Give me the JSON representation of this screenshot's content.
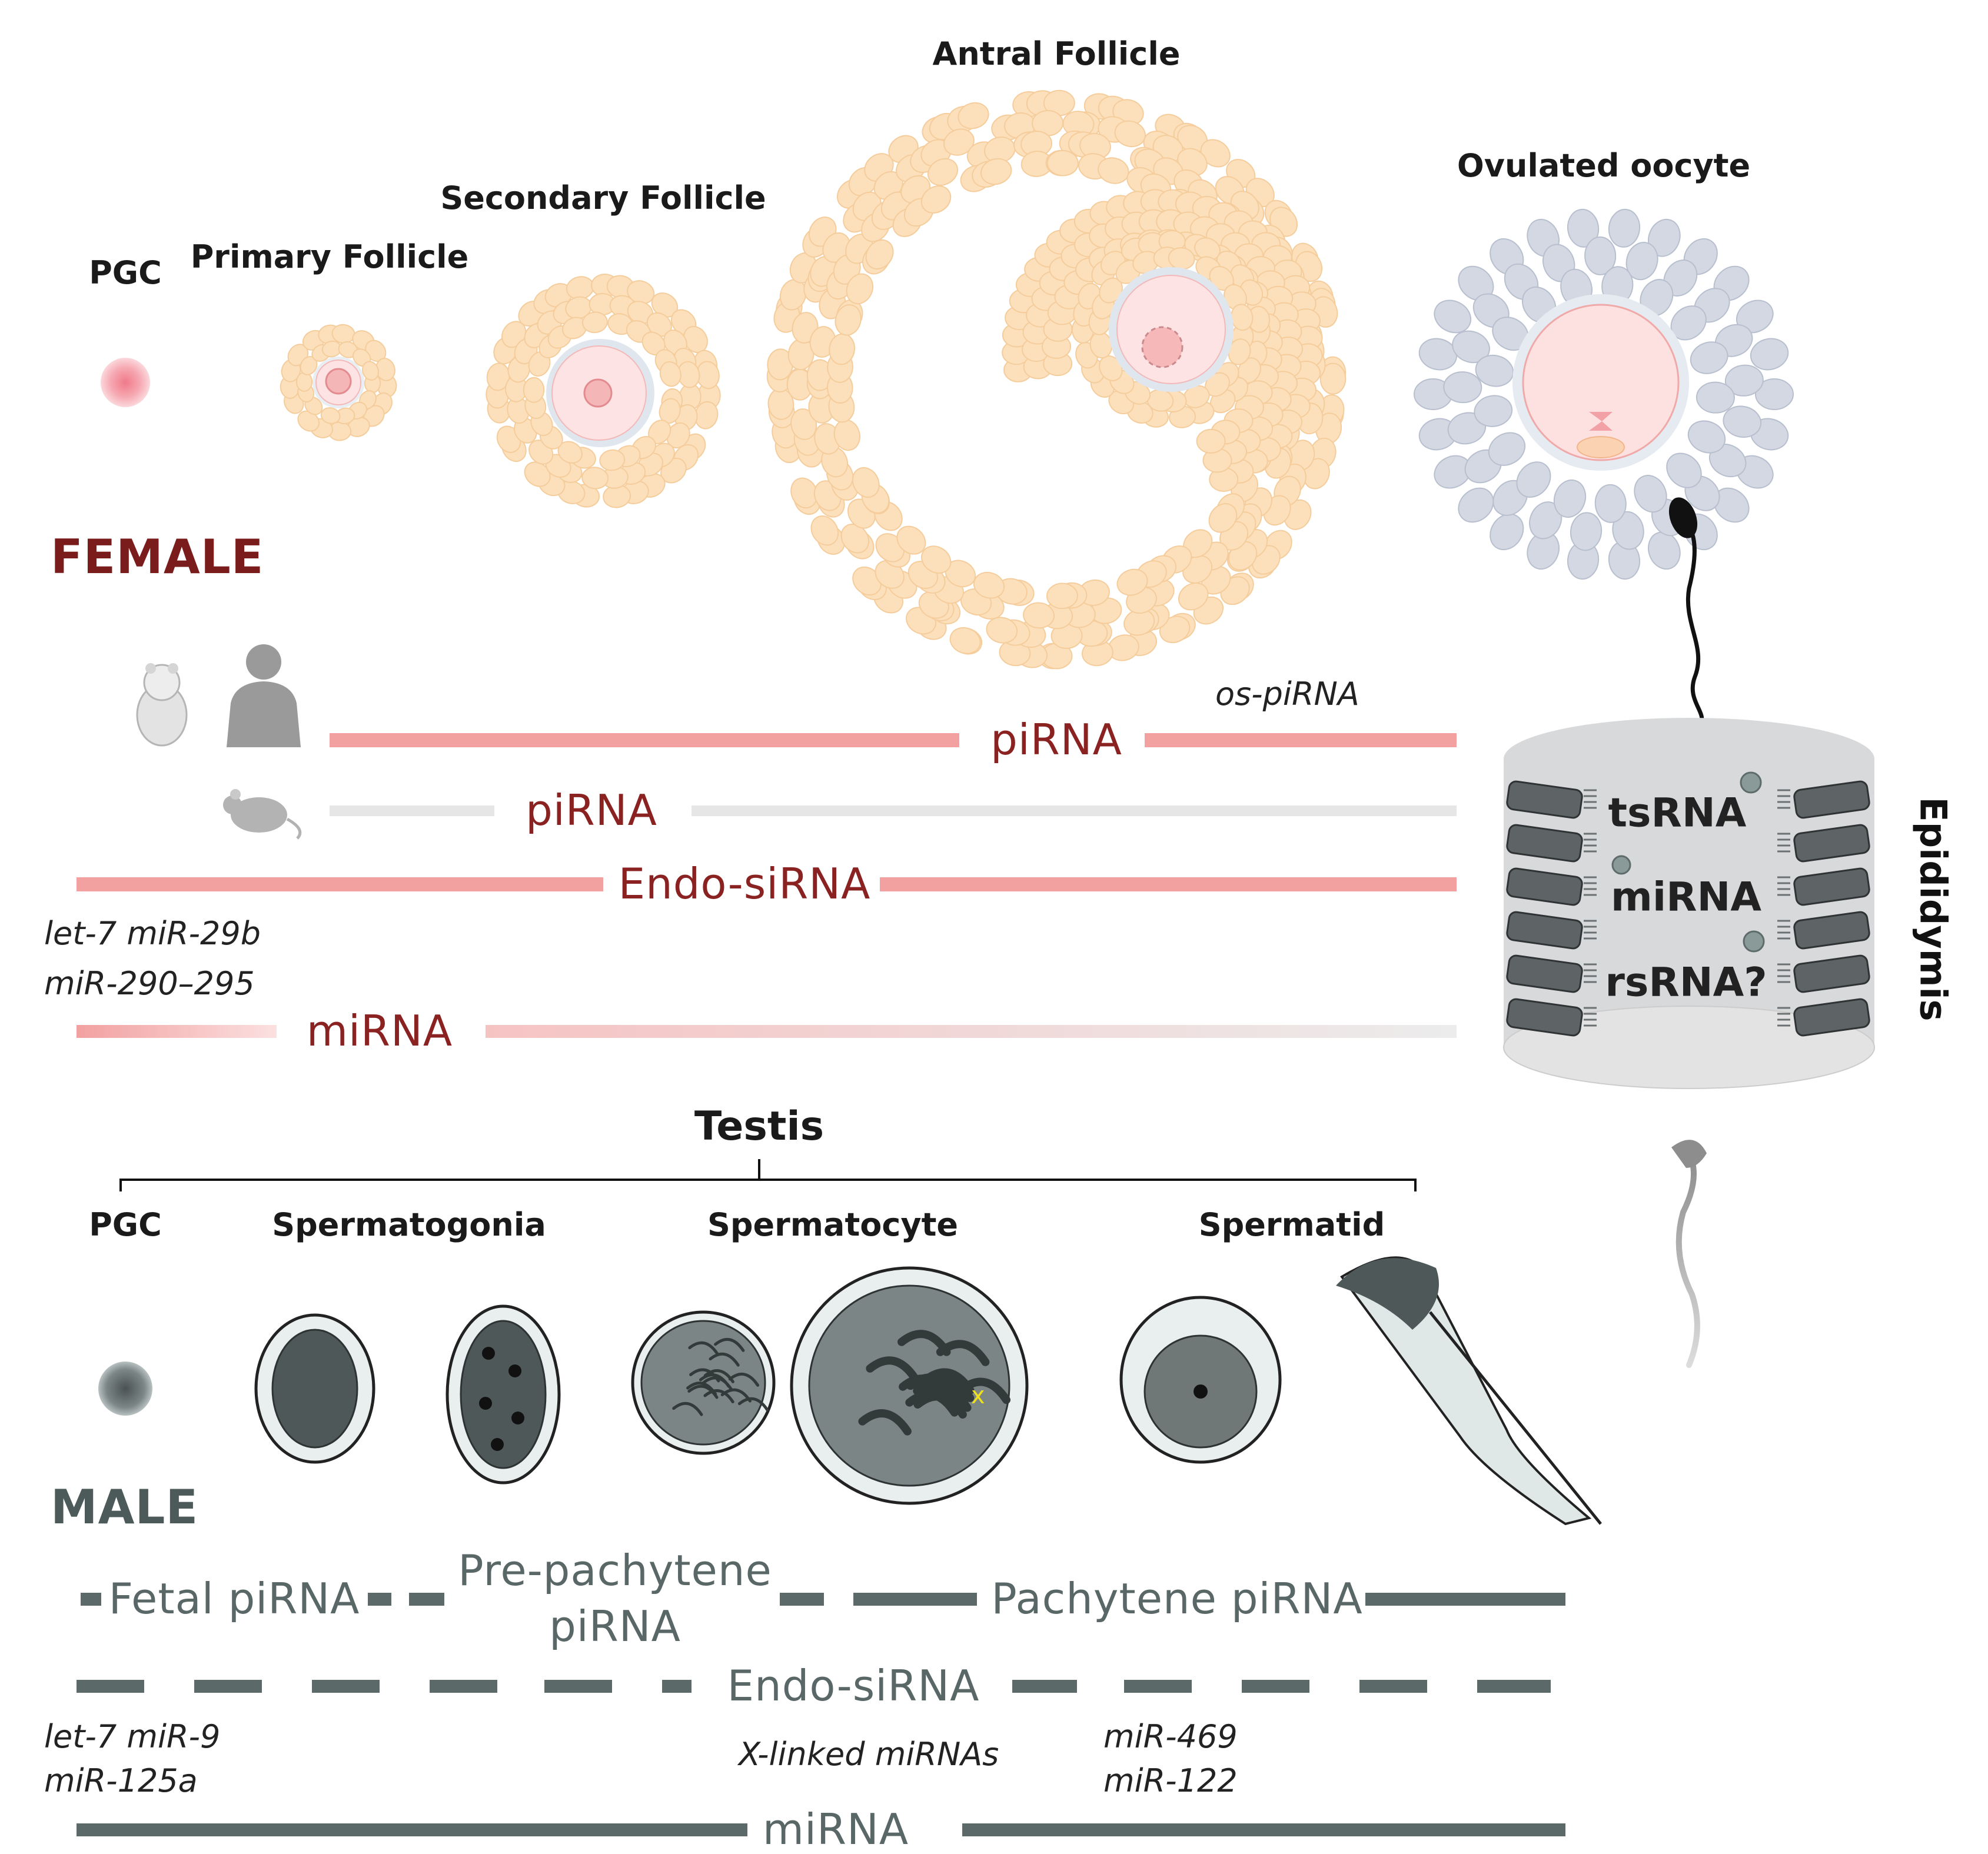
{
  "female": {
    "heading": "FEMALE",
    "stages": [
      "PGC",
      "Primary Follicle",
      "Secondary Follicle",
      "Antral Follicle",
      "Ovulated oocyte"
    ],
    "tracks": {
      "pirna_primate": "piRNA",
      "os_pirna": "os-piRNA",
      "pirna_mouse": "piRNA",
      "endo_sirna": "Endo-siRNA",
      "mirna": "miRNA"
    },
    "mirna_notes": [
      "let-7  miR-29b",
      "miR-290–295"
    ]
  },
  "epididymis": {
    "label": "Epididymis",
    "rnas": [
      "tsRNA",
      "miRNA",
      "rsRNA?"
    ]
  },
  "male": {
    "heading": "MALE",
    "testis": "Testis",
    "stages": [
      "PGC",
      "Spermatogonia",
      "Spermatocyte",
      "Spermatid"
    ],
    "tracks": {
      "fetal_pirna": "Fetal piRNA",
      "prepachytene_pirna": [
        "Pre-pachytene",
        "piRNA"
      ],
      "pachytene_pirna": "Pachytene piRNA",
      "endo_sirna": "Endo-siRNA",
      "mirna": "miRNA"
    },
    "mirna_notes": {
      "left": [
        "let-7  miR-9",
        "miR-125a"
      ],
      "middle": "X-linked miRNAs",
      "right": [
        "miR-469",
        "miR-122"
      ]
    }
  },
  "colors": {
    "female_accent": "#7b1c1c",
    "female_bar": "#f2a0a0",
    "inactive_bar": "#e6e6e6",
    "male_bar": "#5c6969",
    "granulosa": "#fce0bc",
    "cumulus": "#d3d8e3"
  },
  "icons": [
    "hamster-icon",
    "human-icon",
    "mouse-icon",
    "sperm-icon",
    "epithelial-cell-icon"
  ]
}
